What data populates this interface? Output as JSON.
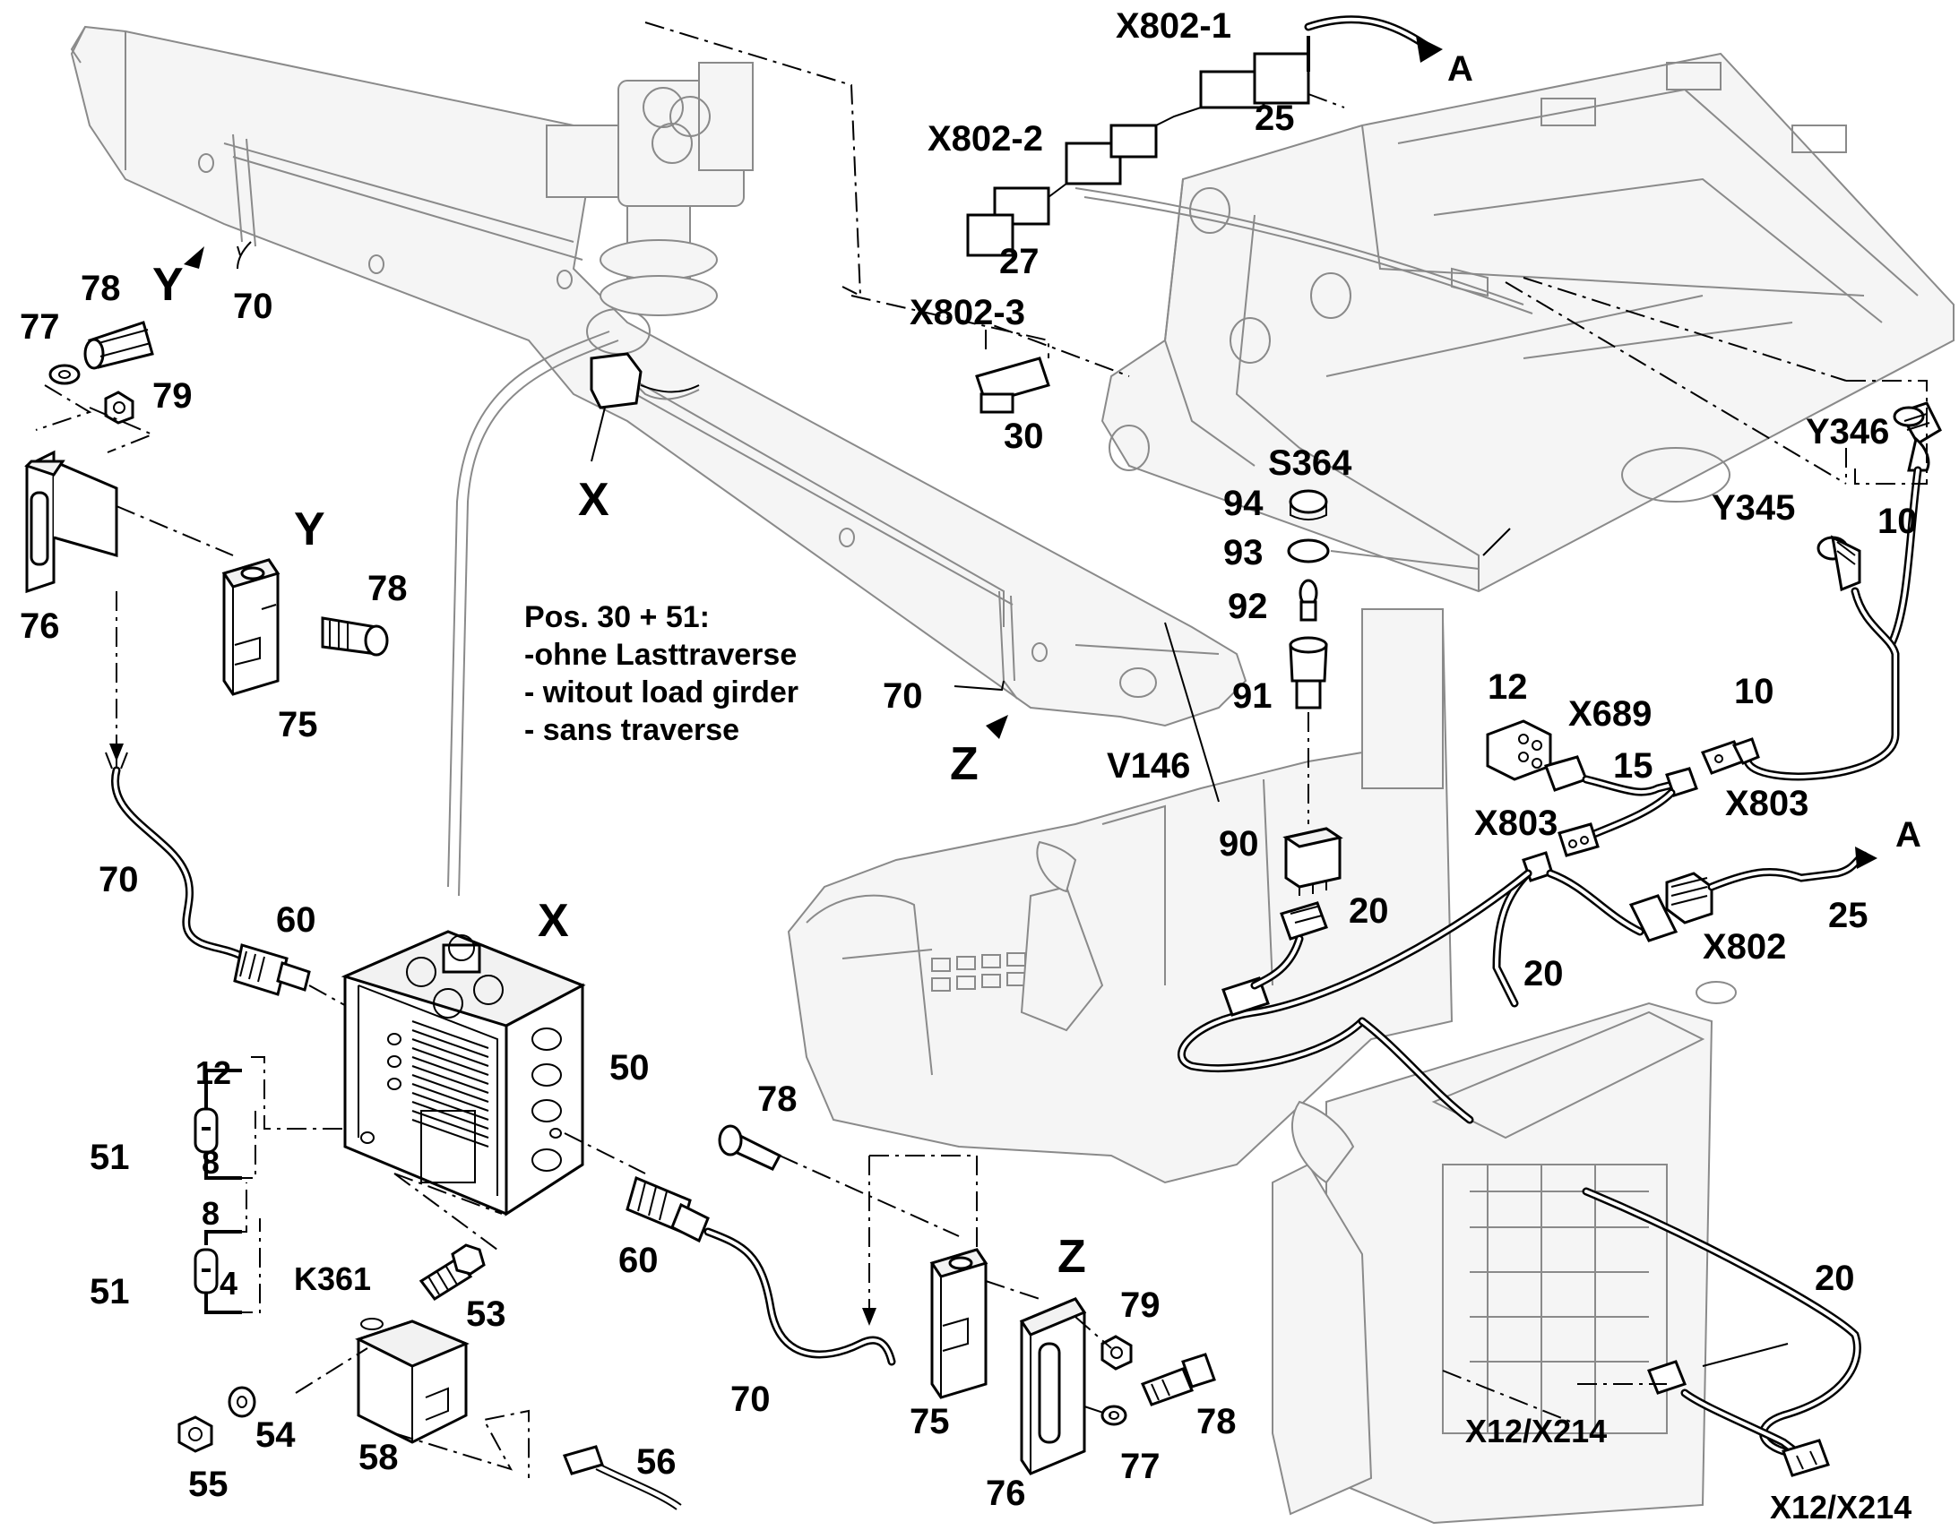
{
  "labels": {
    "x802_1": "X802-1",
    "x802_2": "X802-2",
    "x802_3": "X802-3",
    "a_top": "A",
    "a_right": "A",
    "n25_top": "25",
    "n25_right": "25",
    "n27": "27",
    "n30": "30",
    "y_arrow": "Y",
    "n70_top": "70",
    "n78_a": "78",
    "n77_a": "77",
    "n79_a": "79",
    "n76_a": "76",
    "y_detail": "Y",
    "n78_b": "78",
    "n75_a": "75",
    "x_sensor": "X",
    "y346": "Y346",
    "y345": "Y345",
    "s364": "S364",
    "n94": "94",
    "n93": "93",
    "n92": "92",
    "n91": "91",
    "n90": "90",
    "n10_a": "10",
    "n10_b": "10",
    "n12_top": "12",
    "x689": "X689",
    "n15": "15",
    "x803_a": "X803",
    "x803_b": "X803",
    "v146": "V146",
    "n20_a": "20",
    "n20_b": "20",
    "n20_c": "20",
    "x802": "X802",
    "n70_mid": "70",
    "z_arrow": "Z",
    "n70_left": "70",
    "n60_a": "60",
    "x_detail": "X",
    "n50": "50",
    "n12_w": "12",
    "n8_a": "8",
    "n8_b": "8",
    "n4": "4",
    "n51_a": "51",
    "n51_b": "51",
    "k361": "K361",
    "n53": "53",
    "n54": "54",
    "n55": "55",
    "n58": "58",
    "n56": "56",
    "n78_c": "78",
    "n60_b": "60",
    "n70_bot": "70",
    "n75_b": "75",
    "z_detail": "Z",
    "n79_b": "79",
    "n78_d": "78",
    "n77_b": "77",
    "n76_b": "76",
    "x12_a": "X12/X214",
    "x12_b": "X12/X214"
  },
  "note": {
    "line1": "Pos. 30 + 51:",
    "line2": "-ohne Lasttraverse",
    "line3": "- witout load girder",
    "line4": "- sans traverse"
  }
}
